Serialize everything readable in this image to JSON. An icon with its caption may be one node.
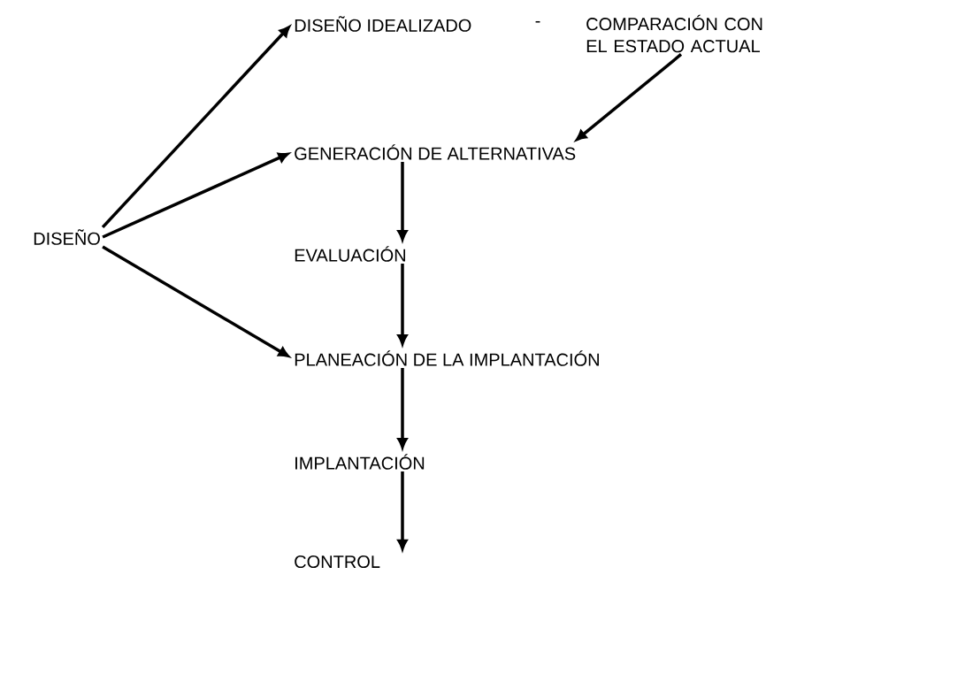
{
  "diagram": {
    "nodes": [
      {
        "text": [
          "DISEÑO"
        ]
      },
      {
        "text": [
          "DISEÑO IDEALIZADO"
        ]
      },
      {
        "text": [
          "COMPARACIÓN CON EL ESTADO ACTUAL"
        ]
      },
      {
        "text": [
          "GENERACIÓN DE ALTERNATIVAS"
        ]
      },
      {
        "text": [
          "EVALUACIÓN"
        ]
      },
      {
        "text": [
          "PLANEACIÓN DE LA IMPLANTACIÓN"
        ]
      },
      {
        "text": [
          "IMPLANTACIÓN"
        ]
      },
      {
        "text": [
          "CONTROL"
        ]
      }
    ],
    "edges": [
      {
        "from": 0,
        "to": 1,
        "arrow": "to"
      },
      {
        "from": 0,
        "to": 3,
        "arrow": "to"
      },
      {
        "from": 0,
        "to": 5,
        "arrow": "to"
      },
      {
        "from": 2,
        "to": 3,
        "arrow": "to"
      },
      {
        "from": 3,
        "to": 4,
        "arrow": "to"
      },
      {
        "from": 4,
        "to": 5,
        "arrow": "to"
      },
      {
        "from": 5,
        "to": 6,
        "arrow": "to"
      },
      {
        "from": 6,
        "to": 7,
        "arrow": "to"
      }
    ],
    "labels": [
      "-"
    ]
  }
}
